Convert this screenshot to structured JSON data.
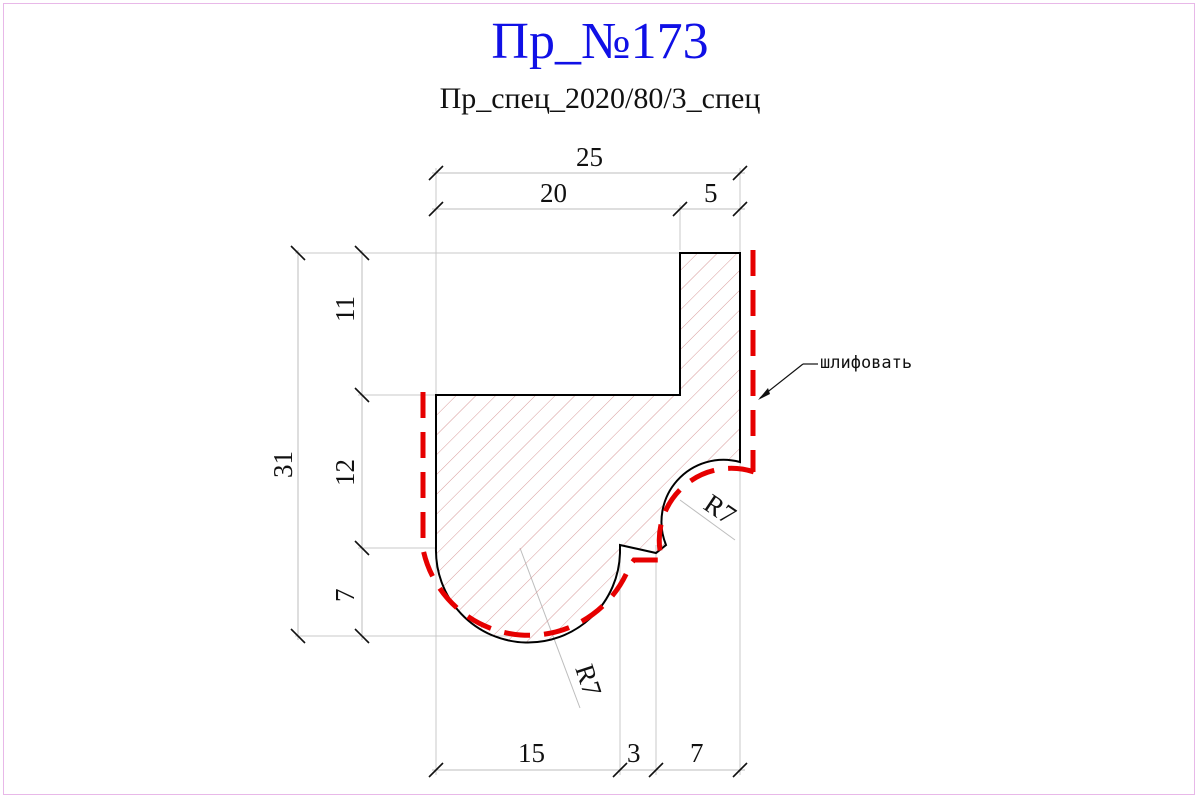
{
  "title": "Пр_№173",
  "subtitle": "Пр_спец_2020/80/3_спец",
  "annotation": "шлифовать",
  "colors": {
    "title": "#1010e6",
    "sanding_line": "#e60000",
    "hatch": "#d89a9a",
    "frame": "#e8b8e8"
  },
  "dimensions": {
    "top_total": "25",
    "top_left": "20",
    "top_right": "5",
    "left_total": "31",
    "left_upper": "11",
    "left_middle": "12",
    "left_lower": "7",
    "bottom_left": "15",
    "bottom_middle": "3",
    "bottom_right": "7",
    "radius_lower": "R7",
    "radius_upper": "R7"
  }
}
